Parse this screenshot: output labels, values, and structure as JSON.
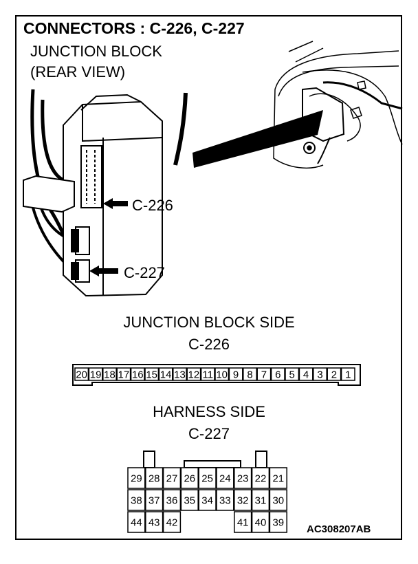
{
  "title": "CONNECTORS : C-226, C-227",
  "illustration": {
    "label_line1": "JUNCTION BLOCK",
    "label_line2": "(REAR VIEW)",
    "callout_c226": "C-226",
    "callout_c227": "C-227"
  },
  "c226": {
    "section_title": "JUNCTION BLOCK SIDE",
    "connector": "C-226",
    "pins": [
      "20",
      "19",
      "18",
      "17",
      "16",
      "15",
      "14",
      "13",
      "12",
      "11",
      "10",
      "9",
      "8",
      "7",
      "6",
      "5",
      "4",
      "3",
      "2",
      "1"
    ]
  },
  "c227": {
    "section_title": "HARNESS SIDE",
    "connector": "C-227",
    "rows": [
      [
        "29",
        "28",
        "27",
        "26",
        "25",
        "24",
        "23",
        "22",
        "21"
      ],
      [
        "38",
        "37",
        "36",
        "35",
        "34",
        "33",
        "32",
        "31",
        "30"
      ],
      [
        "44",
        "43",
        "42",
        "",
        "",
        "",
        "41",
        "40",
        "39"
      ]
    ]
  },
  "figure_code": "AC308207AB"
}
